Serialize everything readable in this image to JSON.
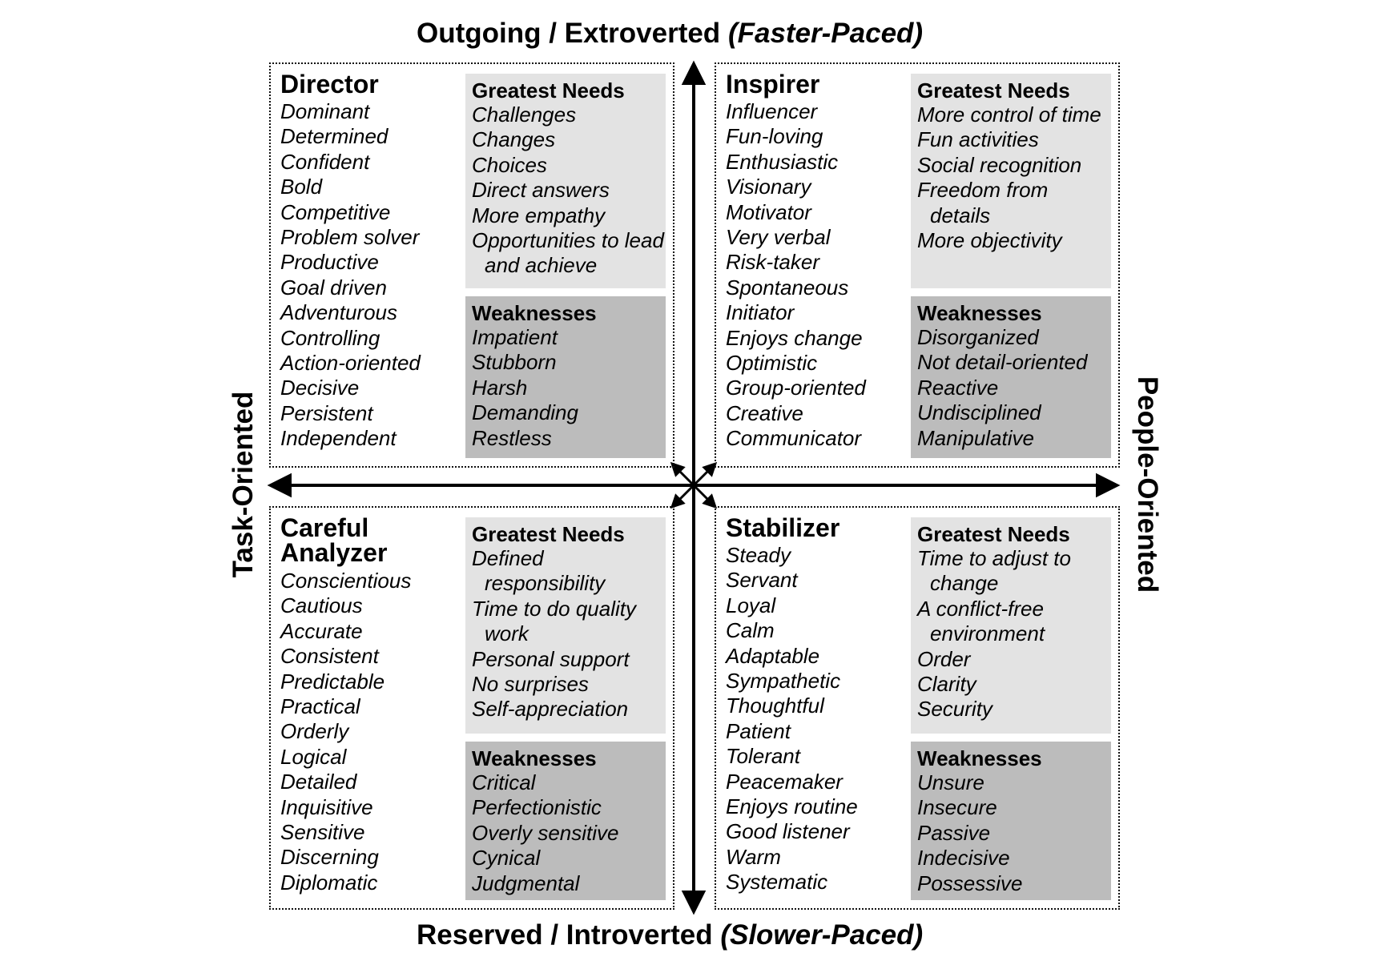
{
  "axes": {
    "top": {
      "main": "Outgoing / Extroverted",
      "paren": "(Faster-Paced)"
    },
    "bottom": {
      "main": "Reserved / Introverted",
      "paren": "(Slower-Paced)"
    },
    "left": "Task-Oriented",
    "right": "People-Oriented"
  },
  "quadrants": {
    "director": {
      "title": "Director",
      "traits": [
        "Dominant",
        "Determined",
        "Confident",
        "Bold",
        "Competitive",
        "Problem solver",
        "Productive",
        "Goal driven",
        "Adventurous",
        "Controlling",
        "Action-oriented",
        "Decisive",
        "Persistent",
        "Independent"
      ],
      "needs_heading": "Greatest Needs",
      "needs": [
        "Challenges",
        "Changes",
        "Choices",
        "Direct answers",
        "More empathy",
        "Opportunities to lead and achieve"
      ],
      "weak_heading": "Weaknesses",
      "weaknesses": [
        "Impatient",
        "Stubborn",
        "Harsh",
        "Demanding",
        "Restless"
      ]
    },
    "inspirer": {
      "title": "Inspirer",
      "traits": [
        "Influencer",
        "Fun-loving",
        "Enthusiastic",
        "Visionary",
        "Motivator",
        "Very verbal",
        "Risk-taker",
        "Spontaneous",
        "Initiator",
        "Enjoys change",
        "Optimistic",
        "Group-oriented",
        "Creative",
        "Communicator"
      ],
      "needs_heading": "Greatest Needs",
      "needs": [
        "More control of time",
        "Fun activities",
        "Social recognition",
        "Freedom from details",
        "More objectivity"
      ],
      "weak_heading": "Weaknesses",
      "weaknesses": [
        "Disorganized",
        "Not detail-oriented",
        "Reactive",
        "Undisciplined",
        "Manipulative"
      ]
    },
    "analyzer": {
      "title_line1": "Careful",
      "title_line2": "Analyzer",
      "traits": [
        "Conscientious",
        "Cautious",
        "Accurate",
        "Consistent",
        "Predictable",
        "Practical",
        "Orderly",
        "Logical",
        "Detailed",
        "Inquisitive",
        "Sensitive",
        "Discerning",
        "Diplomatic"
      ],
      "needs_heading": "Greatest Needs",
      "needs": [
        "Defined responsibility",
        "Time to do quality work",
        "Personal support",
        "No surprises",
        "Self-appreciation"
      ],
      "weak_heading": "Weaknesses",
      "weaknesses": [
        "Critical",
        "Perfectionistic",
        "Overly sensitive",
        "Cynical",
        "Judgmental"
      ]
    },
    "stabilizer": {
      "title": "Stabilizer",
      "traits": [
        "Steady",
        "Servant",
        "Loyal",
        "Calm",
        "Adaptable",
        "Sympathetic",
        "Thoughtful",
        "Patient",
        "Tolerant",
        "Peacemaker",
        "Enjoys routine",
        "Good listener",
        "Warm",
        "Systematic"
      ],
      "needs_heading": "Greatest Needs",
      "needs": [
        "Time to adjust to change",
        "A conflict-free environment",
        "Order",
        "Clarity",
        "Security"
      ],
      "weak_heading": "Weaknesses",
      "weaknesses": [
        "Unsure",
        "Insecure",
        "Passive",
        "Indecisive",
        "Possessive"
      ]
    }
  }
}
